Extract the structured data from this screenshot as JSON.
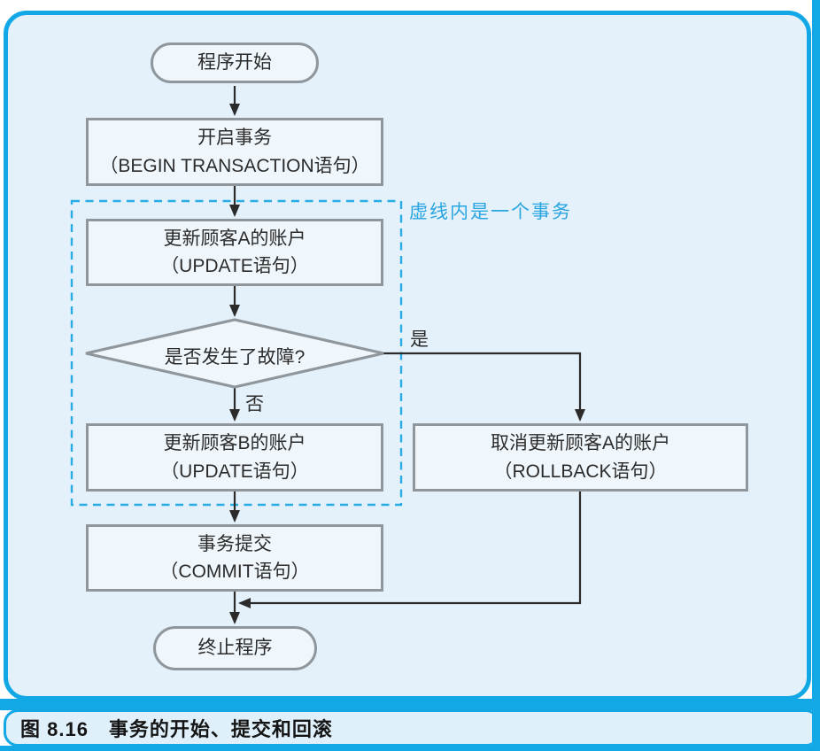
{
  "figure": {
    "caption": "图 8.16　事务的开始、提交和回滚",
    "annotation": "虚线内是一个事务",
    "labels": {
      "yes": "是",
      "no": "否"
    },
    "nodes": {
      "start": {
        "label": "程序开始"
      },
      "begin_transaction": {
        "line1": "开启事务",
        "line2": "（BEGIN TRANSACTION语句）"
      },
      "update_a": {
        "line1": "更新顾客A的账户",
        "line2": "（UPDATE语句）"
      },
      "failure_decision": {
        "label": "是否发生了故障?"
      },
      "update_b": {
        "line1": "更新顾客B的账户",
        "line2": "（UPDATE语句）"
      },
      "rollback": {
        "line1": "取消更新顾客A的账户",
        "line2": "（ROLLBACK语句）"
      },
      "commit": {
        "line1": "事务提交",
        "line2": "（COMMIT语句）"
      },
      "end": {
        "label": "终止程序"
      }
    },
    "colors": {
      "frame_cyan": "#12a7e5",
      "panel_bg": "#e4f1fa",
      "node_bg": "#f0f7fc",
      "node_border": "#8f979d",
      "wire": "#2b2b2b",
      "dashed_cyan": "#29ace4",
      "annotation_text": "#29a5e0",
      "caption_text": "#151515"
    }
  }
}
